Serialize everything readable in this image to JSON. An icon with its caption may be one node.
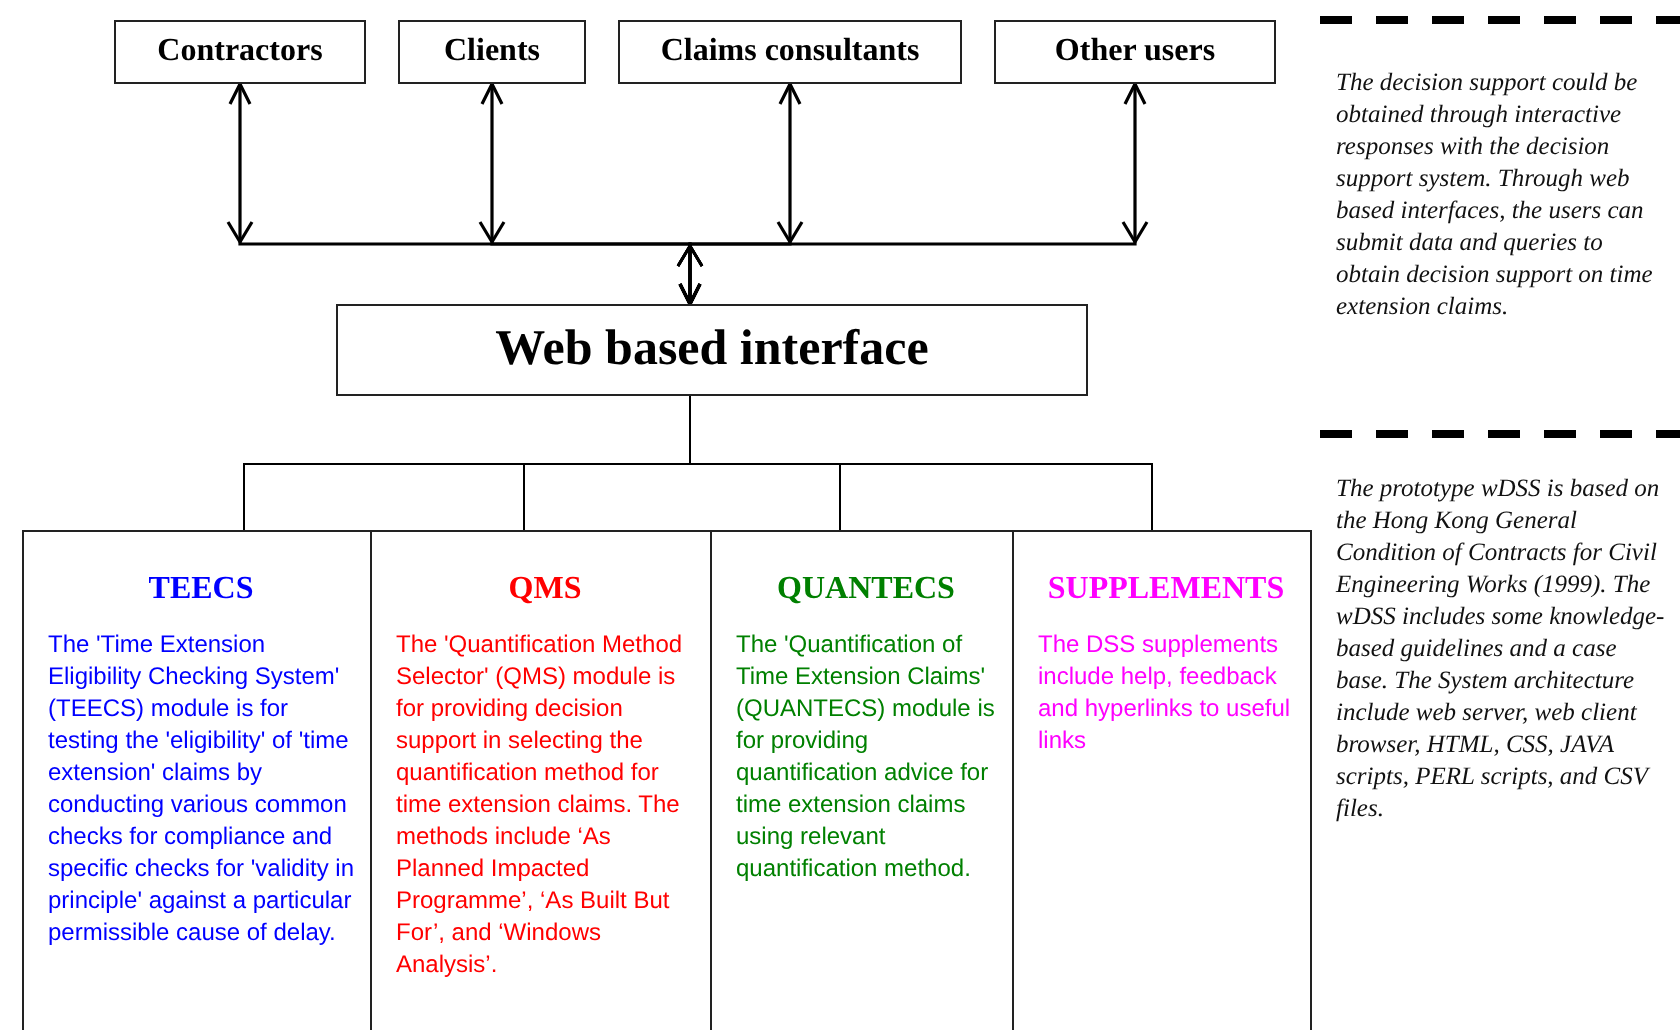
{
  "diagram": {
    "nodes": [
      {
        "text": [
          "Contractors"
        ]
      },
      {
        "text": [
          "Clients"
        ]
      },
      {
        "text": [
          "Claims consultants"
        ]
      },
      {
        "text": [
          "Other users"
        ]
      },
      {
        "text": [
          "Web based interface"
        ]
      },
      {
        "text": [
          "TEECS",
          "The 'Time Extension Eligibility Checking System' (TEECS) module is for testing the 'eligibility' of 'time extension' claims by conducting various common checks for compliance and specific checks for 'validity in principle' against a particular permissible cause of delay."
        ]
      },
      {
        "text": [
          "QMS",
          "The 'Quantification Method Selector' (QMS) module is for providing decision support in selecting the quantification method for time extension claims. The methods include ‘As Planned Impacted Programme’, ‘As Built But For’, and ‘Windows Analysis’."
        ]
      },
      {
        "text": [
          "QUANTECS",
          "The 'Quantification of Time Extension Claims' (QUANTECS) module is for providing quantification advice for time extension claims using relevant quantification method."
        ]
      },
      {
        "text": [
          "SUPPLEMENTS",
          "The DSS supplements include help, feedback and hyperlinks to useful links"
        ]
      }
    ],
    "edges": [
      {
        "from": 0,
        "to": 4,
        "arrow": "both"
      },
      {
        "from": 1,
        "to": 4,
        "arrow": "both"
      },
      {
        "from": 2,
        "to": 4,
        "arrow": "both"
      },
      {
        "from": 3,
        "to": 4,
        "arrow": "both"
      },
      {
        "from": 4,
        "to": 5,
        "arrow": "none"
      },
      {
        "from": 4,
        "to": 6,
        "arrow": "none"
      },
      {
        "from": 4,
        "to": 7,
        "arrow": "none"
      },
      {
        "from": 4,
        "to": 8,
        "arrow": "none"
      }
    ],
    "labels": [
      "The decision support could be obtained through interactive responses with the decision support system. Through web based interfaces, the users can submit data and queries to obtain decision support on time extension claims.",
      "The prototype wDSS is based on the Hong Kong General Condition of Contracts for Civil Engineering Works (1999). The wDSS includes some knowledge-based guidelines and a case base. The System architecture include web server, web client browser, HTML, CSS, JAVA scripts, PERL scripts, and CSV files."
    ]
  }
}
